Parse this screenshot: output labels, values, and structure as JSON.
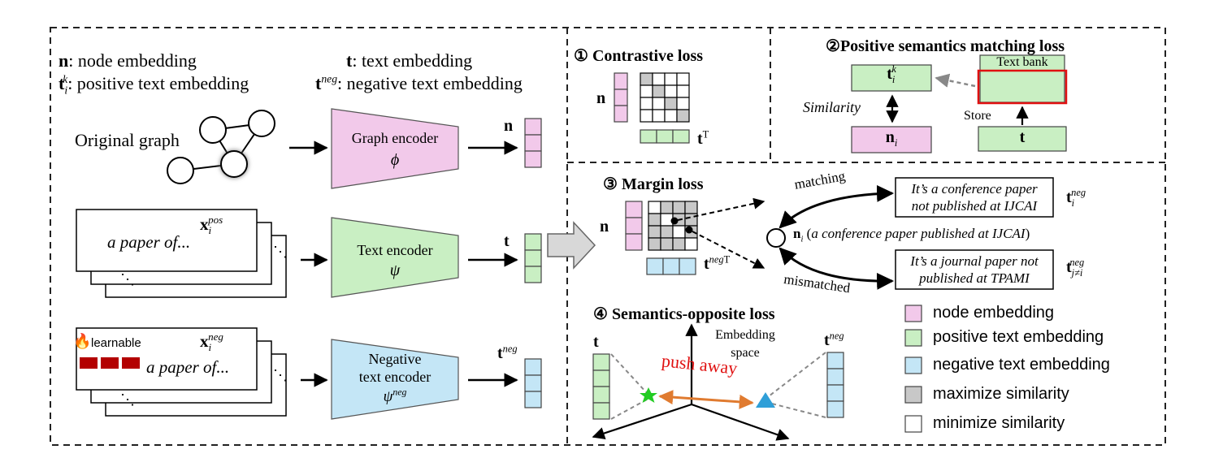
{
  "legend_defs": {
    "n_sym": "n",
    "n_def": ": node embedding",
    "tk_sym": "t",
    "tk_sub": "i",
    "tk_sup": "k",
    "tk_def": ": positive text embedding",
    "t_sym": "t",
    "t_def": ": text embedding",
    "tneg_sym": "t",
    "tneg_sup": "neg",
    "tneg_def": ": negative text embedding"
  },
  "left": {
    "original_graph": "Original graph",
    "graph_encoder": "Graph encoder",
    "graph_encoder_sym": "ϕ",
    "text_encoder": "Text encoder",
    "text_encoder_sym": "ψ",
    "neg_encoder_line1": "Negative",
    "neg_encoder_line2": "text encoder",
    "neg_encoder_sym": "ψ",
    "neg_encoder_sup": "neg",
    "out_n": "n",
    "out_t": "t",
    "out_tneg": "t",
    "out_tneg_sup": "neg",
    "pos_doc_text": "a paper of...",
    "pos_doc_x": "x",
    "pos_doc_sub": "i",
    "pos_doc_sup": "pos",
    "neg_doc_text": "a paper of...",
    "neg_doc_x": "x",
    "neg_doc_sub": "i",
    "neg_doc_sup": "neg",
    "learnable": "learnable",
    "fire_icon": "🔥",
    "ellipsis": "⋱"
  },
  "panel1": {
    "num": "①",
    "title": "Contrastive loss",
    "n_label": "n",
    "t_label": "t",
    "t_sup": "T"
  },
  "panel2": {
    "num": "②",
    "title": "Positive semantics matching loss",
    "text_bank": "Text bank",
    "tk_sym": "t",
    "tk_sub": "i",
    "tk_sup": "k",
    "similarity": "Similarity",
    "store": "Store",
    "n_sym": "n",
    "n_sub": "i",
    "t_sym": "t"
  },
  "panel3": {
    "num": "③",
    "title": "Margin loss",
    "n_label": "n",
    "tneg_label": "t",
    "tneg_sup": "neg",
    "tneg_sup2": "T",
    "matching": "matching",
    "mismatched": "mismatched",
    "box1_line1": "It’s a conference paper",
    "box1_line2": "not published at IJCAI",
    "box1_sym": "t",
    "box1_sup": "neg",
    "box1_sub": "i",
    "box2_line1": "It’s a journal paper not",
    "box2_line2": "published at TPAMI",
    "box2_sym": "t",
    "box2_sup": "neg",
    "box2_sub": "j≠i",
    "node_sym": "n",
    "node_sub": "i",
    "node_desc_prefix": " (",
    "node_desc": "a conference paper published at IJCAI",
    "node_desc_suffix": ")"
  },
  "panel4": {
    "num": "④",
    "title": "Semantics-opposite loss",
    "embedding": "Embedding",
    "space": "space",
    "push_away": "push away",
    "t_sym": "t",
    "tneg_sym": "t",
    "tneg_sup": "neg"
  },
  "legend": [
    {
      "label": "node embedding",
      "color": "#f2c9ea"
    },
    {
      "label": "positive text embedding",
      "color": "#c9efc3"
    },
    {
      "label": "negative text embedding",
      "color": "#c4e6f6"
    },
    {
      "label": "maximize similarity",
      "color": "#c8c8c8"
    },
    {
      "label": "minimize similarity",
      "color": "#ffffff"
    }
  ],
  "colors": {
    "pink": "#f2c9ea",
    "green": "#c9efc3",
    "blue": "#c4e6f6",
    "gray": "#c8c8c8",
    "red": "#e01010",
    "orange": "#e07b30",
    "learn_red": "#b30000"
  }
}
